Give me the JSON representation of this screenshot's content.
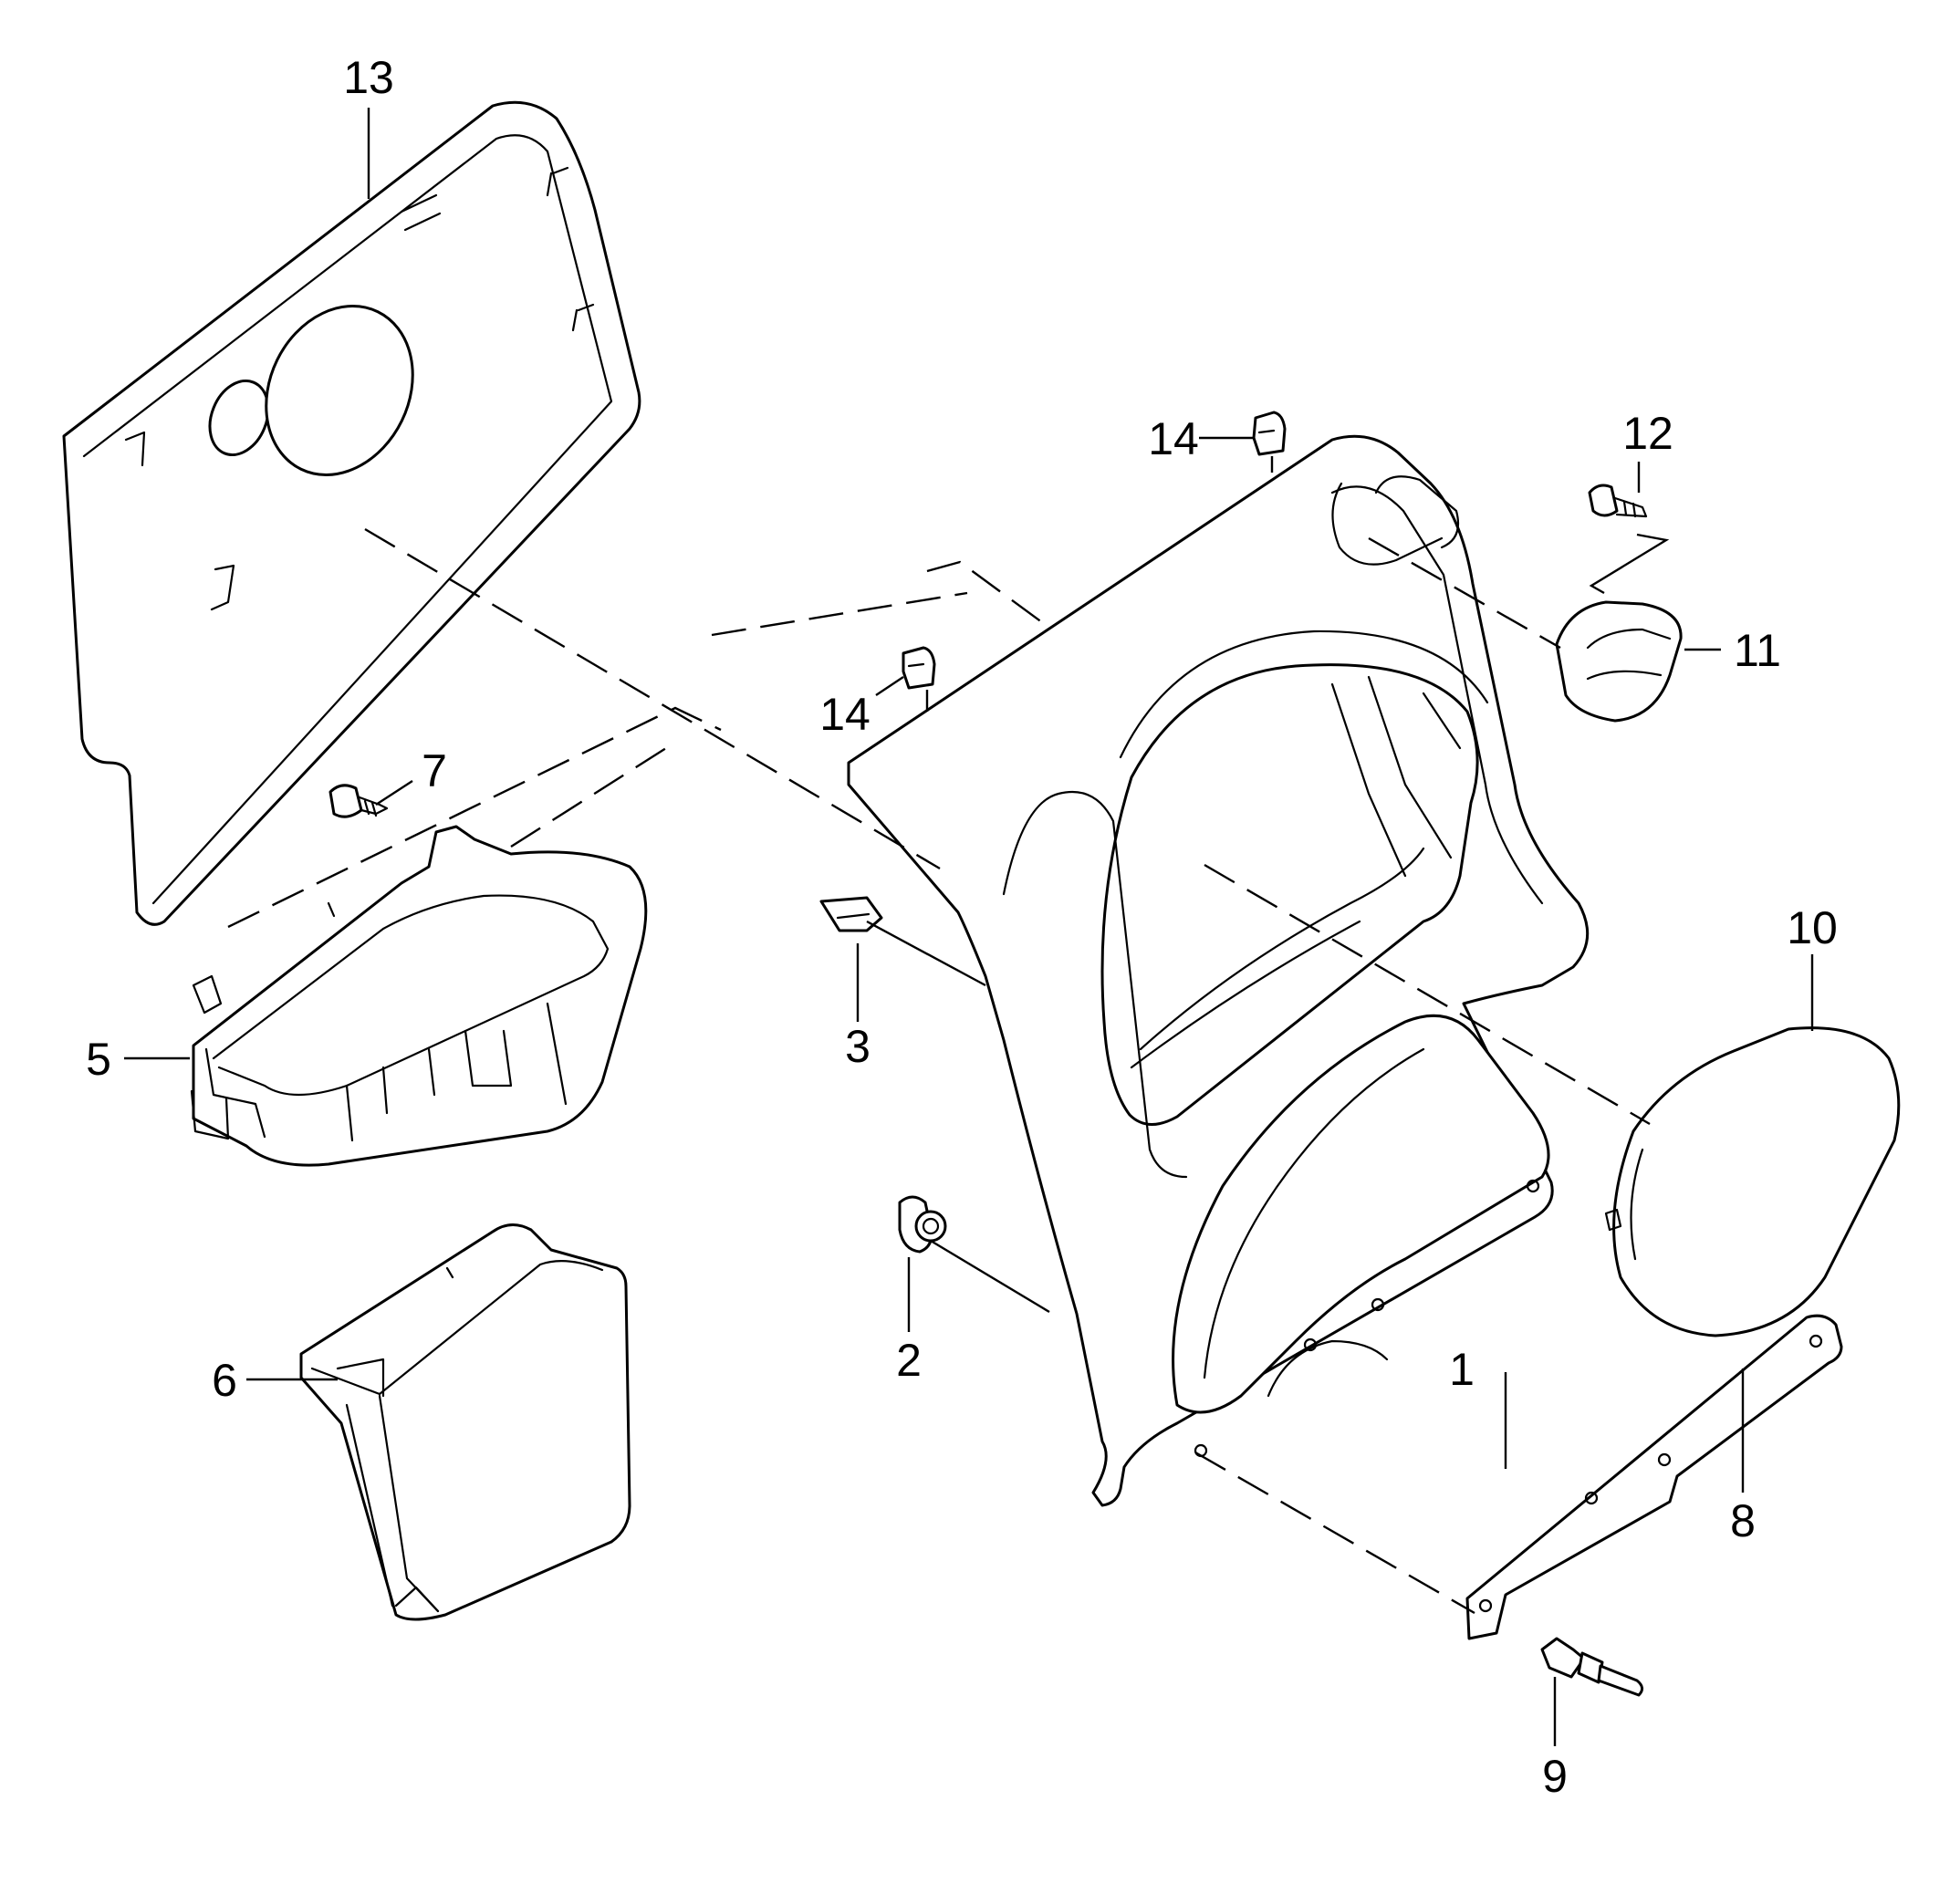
{
  "callouts": {
    "c1": "1",
    "c2": "2",
    "c3": "3",
    "c5": "5",
    "c6": "6",
    "c7": "7",
    "c8": "8",
    "c9": "9",
    "c10": "10",
    "c11": "11",
    "c12": "12",
    "c13": "13",
    "c14a": "14",
    "c14b": "14"
  },
  "colors": {
    "line": "#000000",
    "background": "#ffffff"
  }
}
